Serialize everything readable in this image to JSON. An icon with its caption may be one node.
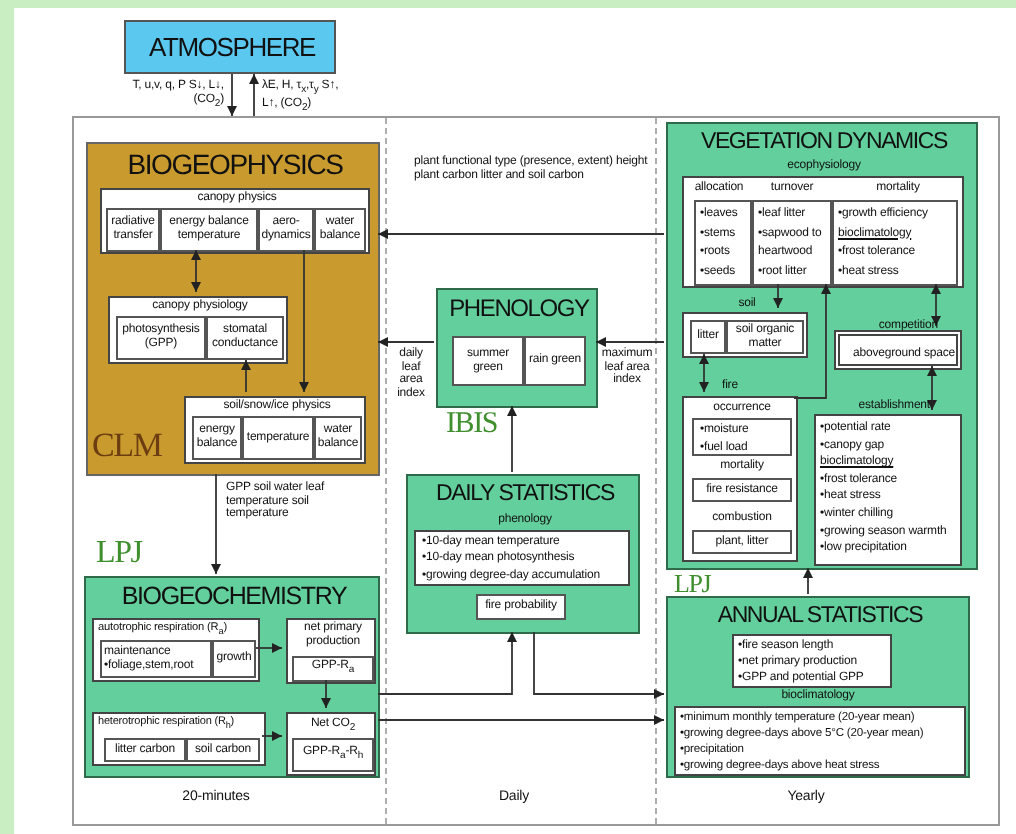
{
  "diagram": {
    "nodes": [
      {
        "text": [
          "ATMOSPHERE"
        ]
      },
      {
        "text": [],
        "shape": "box"
      },
      {
        "text": [
          "BIOGEOPHYSICS",
          "CLM"
        ],
        "in": 1
      },
      {
        "text": [
          "canopy physics"
        ],
        "in": 2
      },
      {
        "text": [
          "radiative transfer"
        ],
        "in": 3
      },
      {
        "text": [
          "energy balance temperature"
        ],
        "in": 3
      },
      {
        "text": [
          "aero-dynamics"
        ],
        "in": 3
      },
      {
        "text": [
          "water balance"
        ],
        "in": 3
      },
      {
        "text": [
          "canopy physiology"
        ],
        "in": 2
      },
      {
        "text": [
          "photosynthesis (GPP)"
        ],
        "in": 8
      },
      {
        "text": [
          "stomatal conductance"
        ],
        "in": 8
      },
      {
        "text": [
          "soil/snow/ice physics"
        ],
        "in": 2
      },
      {
        "text": [
          "energy balance"
        ],
        "in": 11
      },
      {
        "text": [
          "temperature"
        ],
        "in": 11
      },
      {
        "text": [
          "water balance"
        ],
        "in": 11
      },
      {
        "text": [
          "BIOGEOCHEMISTRY"
        ],
        "in": 1,
        "beside": [
          "LPJ"
        ]
      },
      {
        "text": [
          "autotrophic respiration (R$_{a}$)"
        ],
        "in": 15
      },
      {
        "text": [
          "maintenance •foliage,stem,root"
        ],
        "in": 16
      },
      {
        "text": [
          "growth"
        ],
        "in": 16
      },
      {
        "text": [
          "net primary production"
        ],
        "in": 15
      },
      {
        "text": [
          "GPP-R$_{a}$"
        ],
        "in": 19
      },
      {
        "text": [
          "heterotrophic respiration (R$_{h}$)"
        ],
        "in": 15
      },
      {
        "text": [
          "litter carbon"
        ],
        "in": 21
      },
      {
        "text": [
          "soil carbon"
        ],
        "in": 21
      },
      {
        "text": [
          "Net CO$_{2}$"
        ],
        "in": 15
      },
      {
        "text": [
          "GPP-R$_{a}$-R$_{h}$"
        ],
        "in": 24
      },
      {
        "text": [
          "PHENOLOGY"
        ],
        "in": 1,
        "beside": [
          "IBIS"
        ]
      },
      {
        "text": [
          "summer green"
        ],
        "in": 26
      },
      {
        "text": [
          "rain green"
        ],
        "in": 26
      },
      {
        "text": [
          "DAILY STATISTICS",
          "phenology"
        ],
        "in": 1
      },
      {
        "text": [
          "•10-day mean temperature",
          "•10-day mean photosynthesis",
          "•growing degree-day accumulation"
        ],
        "in": 29
      },
      {
        "text": [
          "fire probability"
        ],
        "in": 29
      },
      {
        "text": [
          "VEGETATION DYNAMICS",
          "ecophysiology"
        ],
        "in": 1
      },
      {
        "text": [
          "allocation",
          "turnover",
          "mortality"
        ],
        "in": 32
      },
      {
        "text": [
          "•leaves",
          "•stems",
          "•roots",
          "•seeds"
        ],
        "in": 33
      },
      {
        "text": [
          "•leaf litter",
          "•sapwood to heartwood",
          "•root litter"
        ],
        "in": 33
      },
      {
        "text": [
          "•growth efficiency",
          "bioclimatology",
          "•frost tolerance",
          "•heat stress"
        ],
        "in": 33
      },
      {
        "text": [
          "soil"
        ],
        "in": 32
      },
      {
        "text": [
          "litter"
        ],
        "in": 37
      },
      {
        "text": [
          "soil organic matter"
        ],
        "in": 37
      },
      {
        "text": [
          "fire",
          "occurrence",
          "mortality",
          "combustion"
        ],
        "in": 32
      },
      {
        "text": [
          "•moisture",
          "•fuel load"
        ],
        "in": 40
      },
      {
        "text": [
          "fire resistance"
        ],
        "in": 40
      },
      {
        "text": [
          "plant, litter"
        ],
        "in": 40
      },
      {
        "text": [
          "competition",
          "aboveground space"
        ],
        "in": 32
      },
      {
        "text": [
          "establishment",
          "•potential rate",
          "•canopy gap",
          "bioclimatology",
          "•frost tolerance",
          "•heat stress",
          "•winter chilling",
          "•growing season warmth",
          "•low precipitation"
        ],
        "in": 32
      },
      {
        "text": [
          "ANNUAL STATISTICS",
          "bioclimatology"
        ],
        "in": 1,
        "beside": [
          "LPJ"
        ]
      },
      {
        "text": [
          "•fire season length",
          "•net primary production",
          "•GPP and potential GPP"
        ],
        "in": 46
      },
      {
        "text": [
          "•minimum monthly temperature (20-year mean)",
          "•growing degree-days above 5°C (20-year mean)",
          "•precipitation",
          "•growing degree-days above heat stress"
        ],
        "in": 46
      }
    ],
    "edges": [
      {
        "from": 0,
        "to": 1,
        "arrow": "to",
        "label": "T, u,v, q, P S↓, L↓, (CO$_{2}$)"
      },
      {
        "from": 1,
        "to": 0,
        "arrow": "to",
        "label": "λE, H, τ$_{x}$,τ$_{y}$ S↑, L↑, (CO$_{2}$)"
      },
      {
        "from": 32,
        "to": 2,
        "arrow": "to",
        "label": "plant functional type (presence, extent) height plant carbon litter and soil carbon"
      },
      {
        "from": 3,
        "to": 8,
        "arrow": "both"
      },
      {
        "from": 3,
        "to": 11,
        "arrow": "to"
      },
      {
        "from": 11,
        "to": 8,
        "arrow": "to"
      },
      {
        "from": 2,
        "to": 15,
        "arrow": "to",
        "label": "GPP soil water leaf temperature soil temperature"
      },
      {
        "from": 16,
        "to": 19,
        "arrow": "to"
      },
      {
        "from": 19,
        "to": 24,
        "arrow": "to"
      },
      {
        "from": 21,
        "to": 24,
        "arrow": "to"
      },
      {
        "from": 26,
        "to": 2,
        "arrow": "to",
        "label": "daily leaf area index"
      },
      {
        "from": 32,
        "to": 26,
        "arrow": "to",
        "label": "maximum leaf area index"
      },
      {
        "from": 29,
        "to": 26,
        "arrow": "to"
      },
      {
        "from": 15,
        "to": 29,
        "arrow": "to"
      },
      {
        "from": 29,
        "to": 46,
        "arrow": "to"
      },
      {
        "from": 15,
        "to": 46,
        "arrow": "to"
      },
      {
        "from": 46,
        "to": 32,
        "arrow": "to"
      },
      {
        "from": 33,
        "to": 37,
        "arrow": "to"
      },
      {
        "from": 40,
        "to": 33,
        "arrow": "to"
      },
      {
        "from": 37,
        "to": 40,
        "arrow": "both"
      },
      {
        "from": 33,
        "to": 44,
        "arrow": "both"
      },
      {
        "from": 44,
        "to": 45,
        "arrow": "both"
      }
    ],
    "labels": [
      "20-minutes",
      "Daily",
      "Yearly"
    ]
  }
}
